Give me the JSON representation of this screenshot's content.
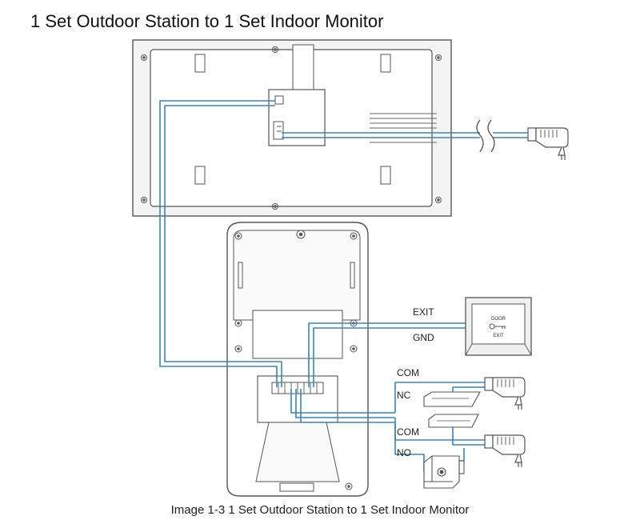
{
  "title": "1 Set Outdoor Station to 1 Set Indoor Monitor",
  "caption": "Image 1-3 1 Set Outdoor Station to 1 Set Indoor Monitor",
  "labels": {
    "exit": "EXIT",
    "gnd": "GND",
    "com_top": "COM",
    "nc": "NC",
    "com_bottom": "COM",
    "no": "NO",
    "door_button_line1": "DOOR",
    "door_button_line2": "EXIT"
  },
  "colors": {
    "wire": "#3e84b4",
    "outline": "#555555",
    "panel_fill": "#f2f2f2"
  },
  "icons": {
    "power_adapter": "power-adapter-icon",
    "exit_button": "door-exit-button-icon",
    "key": "key-icon",
    "magnetic_lock": "magnetic-lock-icon",
    "electric_strike": "electric-lock-icon"
  }
}
